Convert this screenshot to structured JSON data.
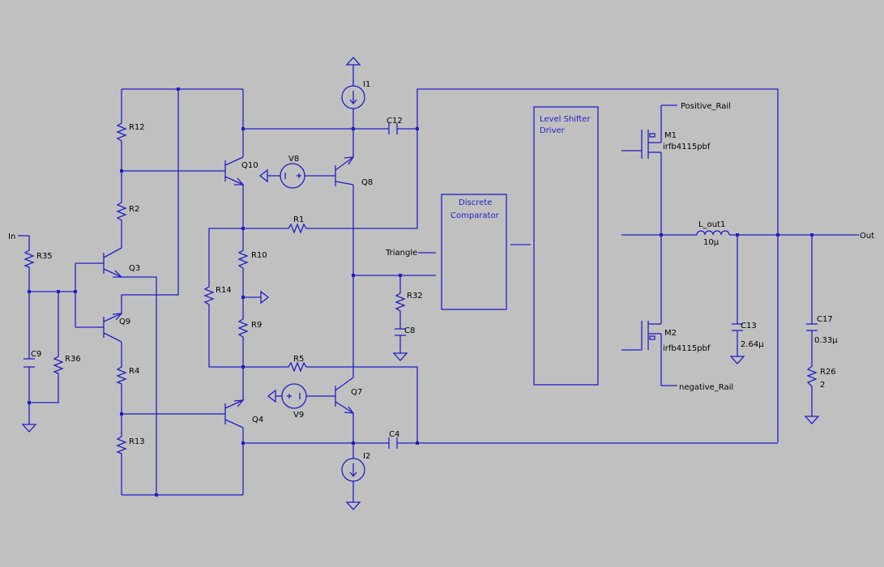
{
  "nets": {
    "input": "In",
    "output": "Out",
    "triangle": "Triangle",
    "positive_rail": "Positive_Rail",
    "negative_rail": "negative_Rail"
  },
  "blocks": {
    "comparator_line1": "Discrete",
    "comparator_line2": "Comparator",
    "driver_line1": "Level Shifter",
    "driver_line2": "Driver"
  },
  "components": {
    "R35": "R35",
    "R36": "R36",
    "C9": "C9",
    "R12": "R12",
    "R2": "R2",
    "R4": "R4",
    "R13": "R13",
    "Q3": "Q3",
    "Q9": "Q9",
    "Q10": "Q10",
    "Q4": "Q4",
    "R14": "R14",
    "R10": "R10",
    "R9": "R9",
    "R1": "R1",
    "R5": "R5",
    "V8": "V8",
    "V9": "V9",
    "Q8": "Q8",
    "Q7": "Q7",
    "I1": "I1",
    "I2": "I2",
    "C12": "C12",
    "C4": "C4",
    "R32": "R32",
    "C8": "C8",
    "M1": "M1",
    "M1_part": "irfb4115pbf",
    "M2": "M2",
    "M2_part": "irfb4115pbf",
    "L_out1": "L_out1",
    "L_out1_val": "10µ",
    "C13": "C13",
    "C13_val": "2.64µ",
    "C17": "C17",
    "C17_val": "0.33µ",
    "R26": "R26",
    "R26_val": "2"
  },
  "colors": {
    "background": "#c0c0c0",
    "wire": "#1f1fc8",
    "text": "#000000"
  }
}
